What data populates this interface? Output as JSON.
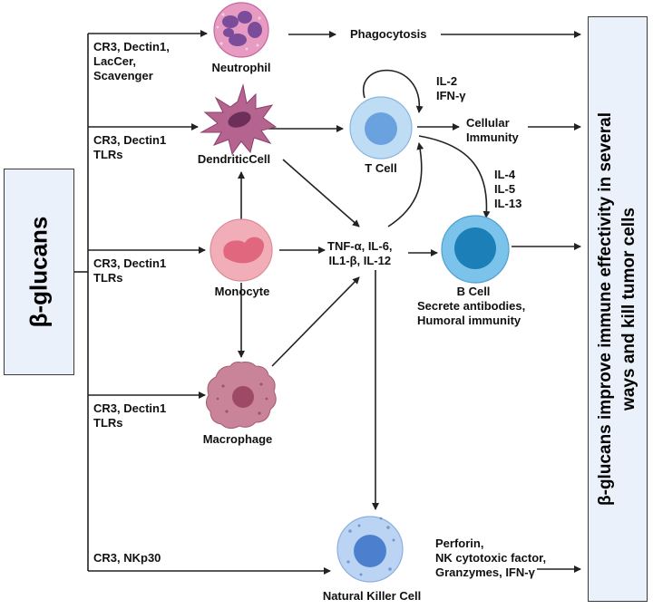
{
  "source_box": {
    "label": "β-glucans"
  },
  "result_box": {
    "line1": "β-glucans improve immune effectivity in several",
    "line2": "ways and kill tumor cells"
  },
  "cells": {
    "neutrophil": "Neutrophil",
    "dendritic": "DendriticCell",
    "monocyte": "Monocyte",
    "macrophage": "Macrophage",
    "t_cell": "T Cell",
    "b_cell": "B Cell",
    "nk_cell": "Natural Killer Cell"
  },
  "receptors": {
    "neutrophil": "CR3, Dectin1,\nLacCer,\nScavenger",
    "dendritic": "CR3, Dectin1\nTLRs",
    "monocyte": "CR3, Dectin1\nTLRs",
    "macrophage": "CR3, Dectin1\nTLRs",
    "nk": "CR3, NKp30"
  },
  "effects": {
    "phagocytosis": "Phagocytosis",
    "il2_ifn": "IL-2\nIFN-γ",
    "cellular_immunity": "Cellular\nImmunity",
    "il4_5_13": "IL-4\nIL-5\nIL-13",
    "cytokines": "TNF-α, IL-6,\nIL1-β, IL-12",
    "b_cell_effect": "Secrete antibodies,\nHumoral immunity",
    "nk_effect": "Perforin,\nNK cytotoxic factor,\nGranzymes, IFN-γ"
  },
  "colors": {
    "neutrophil": "#e79bc3",
    "neutrophil_nucleus": "#7a4c9a",
    "dendritic": "#b5648f",
    "dendritic_nucleus": "#6d2e5a",
    "monocyte": "#f2aeb8",
    "monocyte_nucleus": "#e0677e",
    "macrophage": "#c9849a",
    "macrophage_nucleus": "#9e4a66",
    "t_cell": "#bfdcf5",
    "t_cell_nucleus": "#6aa2df",
    "b_cell": "#7cc3ec",
    "b_cell_nucleus": "#1d7fb8",
    "nk_cell": "#bcd4f3",
    "nk_cell_nucleus": "#4d7fcf",
    "box_fill": "#eaf1fb"
  }
}
